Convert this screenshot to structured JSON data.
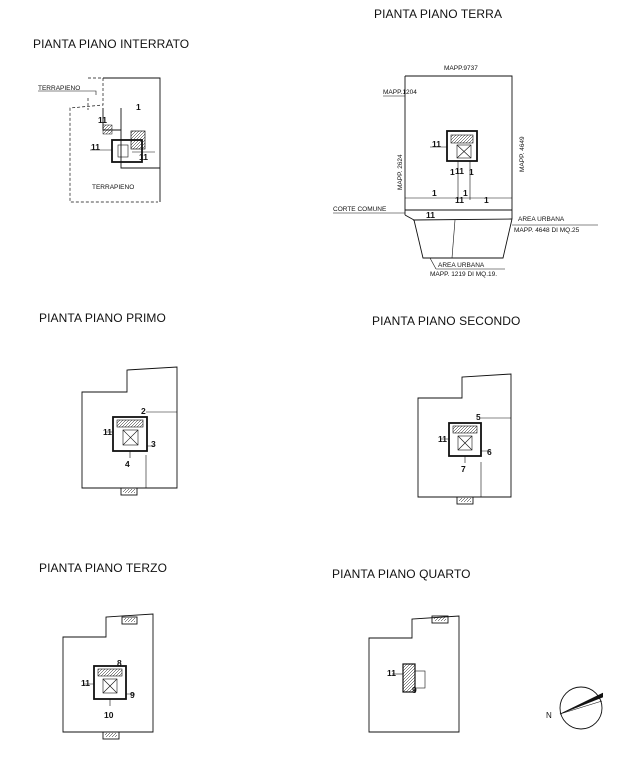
{
  "plans": {
    "interrato": {
      "title": "PIANTA PIANO INTERRATO",
      "labels": {
        "terrapieno_top": "TERRAPIENO",
        "terrapieno_bottom": "TERRAPIENO"
      },
      "numbers": {
        "n1": "1",
        "n11a": "11",
        "n11b": "11",
        "n11c": "11"
      }
    },
    "terra": {
      "title": "PIANTA PIANO TERRA",
      "labels": {
        "mapp_9737": "MAPP.9737",
        "mapp_1204": "MAPP.1204",
        "mapp_2624": "MAPP. 2624",
        "mapp_4649": "MAPP. 4649",
        "corte_comune": "CORTE COMUNE",
        "area_urbana_right": "AREA URBANA",
        "mapp_4648": "MAPP. 4648 DI MQ.25",
        "area_urbana_bottom": "AREA URBANA",
        "mapp_1219": "MAPP. 1219 DI MQ.19."
      },
      "numbers": {
        "n11a": "11",
        "n11b": "11",
        "n11c": "11",
        "n11d": "11",
        "n1a": "1",
        "n1b": "1",
        "n1c": "1",
        "n1d": "1",
        "n1e": "1"
      }
    },
    "primo": {
      "title": "PIANTA PIANO PRIMO",
      "numbers": {
        "n2": "2",
        "n3": "3",
        "n4": "4",
        "n11": "11"
      }
    },
    "secondo": {
      "title": "PIANTA PIANO SECONDO",
      "numbers": {
        "n5": "5",
        "n6": "6",
        "n7": "7",
        "n11": "11"
      }
    },
    "terzo": {
      "title": "PIANTA PIANO TERZO",
      "numbers": {
        "n8": "8",
        "n9": "9",
        "n10": "10",
        "n11": "11"
      }
    },
    "quarto": {
      "title": "PIANTA PIANO QUARTO",
      "numbers": {
        "n9": "9",
        "n11": "11"
      }
    }
  },
  "compass": {
    "letter": "N"
  }
}
